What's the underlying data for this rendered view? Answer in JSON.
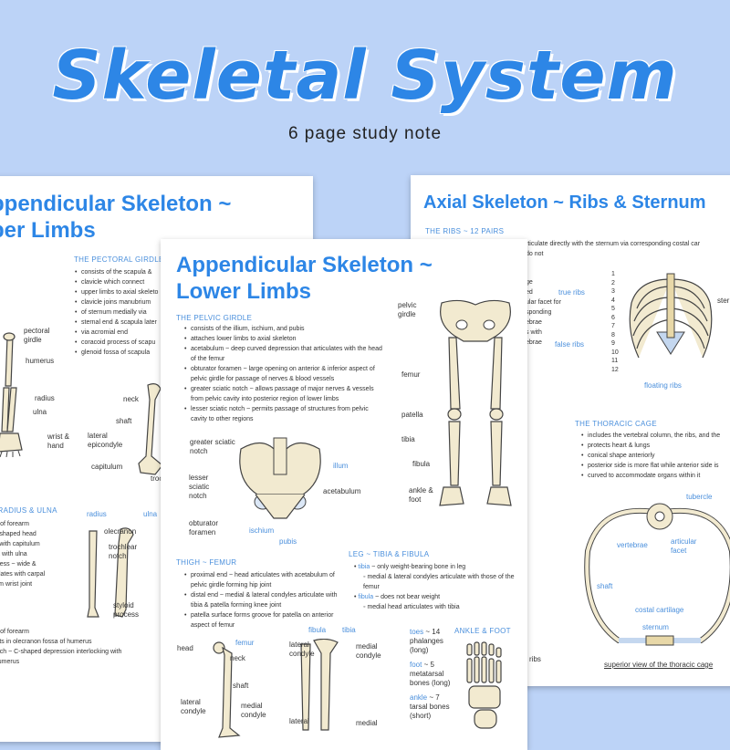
{
  "title": "Skeletal System",
  "subtitle": "6 page study note",
  "left_page": {
    "title_line1": "ppendicular Skeleton ~",
    "title_line2": "per Limbs",
    "pectoral_heading": "THE PECTORAL GIRDLE",
    "pectoral_bullets": [
      "consists of the scapula &",
      "clavicle which connect",
      "upper limbs to axial skeleto",
      "clavicle joins manubrium",
      "of sternum medially via",
      "sternal end & scapula later",
      "via acromial end",
      "coracoid process of scapu",
      "glenoid fossa of scapula"
    ],
    "labels": {
      "pectoral_girdle": "pectoral\ngirdle",
      "humerus": "humerus",
      "radius": "radius",
      "ulna": "ulna",
      "wrist_hand": "wrist &\nhand",
      "neck": "neck",
      "shaft": "shaft",
      "lateral_epicondyle": "lateral\nepicondyle",
      "capitulum": "capitulum",
      "troch": "troc",
      "radius2": "radius",
      "ulna2": "ulna",
      "olecranon": "olecranon",
      "trochlear_notch": "trochlear\nnotch",
      "styloid_process": "styloid\nprocess"
    },
    "radius_ulna_heading": "~ RADIUS & ULNA",
    "radius_ulna_text": [
      "art of forearm",
      "sk-shaped head",
      "es with capitulum",
      "s & with ulna",
      "rocess ~ wide &",
      "iculates with carpal",
      "form wrist joint"
    ],
    "ulna_text": [
      "art of forearm",
      "n fits in olecranon fossa of humerus",
      "notch ~ C-shaped depression interlocking with",
      "f humerus"
    ]
  },
  "right_page": {
    "title": "Axial Skeleton ~ Ribs & Sternum",
    "ribs_heading": "THE RIBS ~ 12 PAIRS",
    "ribs_text": [
      "rticulate directly with the sternum via corresponding costal car",
      "do not"
    ],
    "partial_text": [
      "ge",
      "ed",
      "ular facet for",
      "sponding",
      "ebrae",
      "s with",
      "ebrae"
    ],
    "labels": {
      "true_ribs": "true ribs",
      "false_ribs": "false ribs",
      "floating_ribs": "floating ribs",
      "stern": "ster",
      "tubercle": "tubercle",
      "vertebrae": "vertebrae",
      "articular_facet": "articular\nfacet",
      "shaft": "shaft",
      "costal_cartilage": "costal cartilage",
      "sternum": "sternum",
      "ribs": "ribs"
    },
    "rib_numbers": [
      "1",
      "2",
      "3",
      "4",
      "5",
      "6",
      "7",
      "8",
      "9",
      "10",
      "11",
      "12"
    ],
    "thoracic_heading": "THE THORACIC CAGE",
    "thoracic_bullets": [
      "includes the vertebral column, the ribs, and the",
      "protects heart & lungs",
      "conical shape anteriorly",
      "posterior side is more flat while anterior side is",
      "curved to accommodate organs within it"
    ],
    "caption": "superior view of the thoracic cage"
  },
  "center_page": {
    "title_line1": "Appendicular Skeleton ~",
    "title_line2": "Lower Limbs",
    "pelvic_heading": "THE PELVIC GIRDLE",
    "pelvic_bullets": [
      "consists of the illium, ischium, and pubis",
      "attaches lower limbs to axial skeleton",
      "acetabulum ~ deep curved depression that articulates with the head of the femur",
      "obturator foramen ~ large opening on anterior & inferior aspect of pelvic girdle for passage of nerves & blood vessels",
      "greater sciatic notch ~ allows passage of major nerves & vessels from pelvic cavity into posterior region of lower limbs",
      "lesser sciatic notch ~ permits passage of structures from pelvic cavity to other regions"
    ],
    "labels": {
      "pelvic_girdle": "pelvic\ngirdle",
      "femur": "femur",
      "patella": "patella",
      "tibia": "tibia",
      "fibula": "fibula",
      "ankle_foot": "ankle &\nfoot",
      "greater_sciatic_notch": "greater sciatic\nnotch",
      "lesser_sciatic_notch": "lesser\nsciatic\nnotch",
      "obturator_foramen": "obturator\nforamen",
      "illum": "illum",
      "acetabulum": "acetabulum",
      "ischium": "ischium",
      "pubis": "pubis",
      "head": "head",
      "femur_blue": "femur",
      "neck": "neck",
      "shaft": "shaft",
      "lateral_condyle": "lateral\ncondyle",
      "medial_condyle": "medial\ncondyle",
      "fibula_blue": "fibula",
      "tibia_blue": "tibia",
      "lateral_condyle2": "lateral\ncondyle",
      "medial_condyle2": "medial\ncondyle",
      "lateral3": "lateral",
      "medial3": "medial"
    },
    "thigh_heading": "THIGH ~ FEMUR",
    "thigh_bullets": [
      "proximal end ~ head articulates with acetabulum of pelvic girdle forming hip joint",
      "distal end ~ medial & lateral condyles articulate with tibia & patella forming knee joint",
      "patella surface forms groove for patella on anterior aspect of femur"
    ],
    "leg_heading": "LEG ~ TIBIA & FIBULA",
    "leg_items": [
      {
        "key": "tibia",
        "text": " ~ only weight-bearing bone in leg"
      },
      {
        "key": "",
        "text": "medial & lateral condyles articulate with those of the femur"
      },
      {
        "key": "fibula",
        "text": " ~ does not bear weight"
      },
      {
        "key": "",
        "text": "medial head articulates with tibia"
      }
    ],
    "ankle_heading": "ANKLE & FOOT",
    "foot_items": [
      {
        "key": "toes",
        "text": " ~ 14",
        "sub": "phalanges\n(long)"
      },
      {
        "key": "foot",
        "text": " ~ 5",
        "sub": "metatarsal\nbones (long)"
      },
      {
        "key": "ankle",
        "text": " ~ 7",
        "sub": "tarsal bones\n(short)"
      }
    ]
  },
  "colors": {
    "accent": "#2d86e6",
    "background": "#bcd3f7",
    "bone": "#f2ead0",
    "cartilage": "#dbe7f6"
  }
}
